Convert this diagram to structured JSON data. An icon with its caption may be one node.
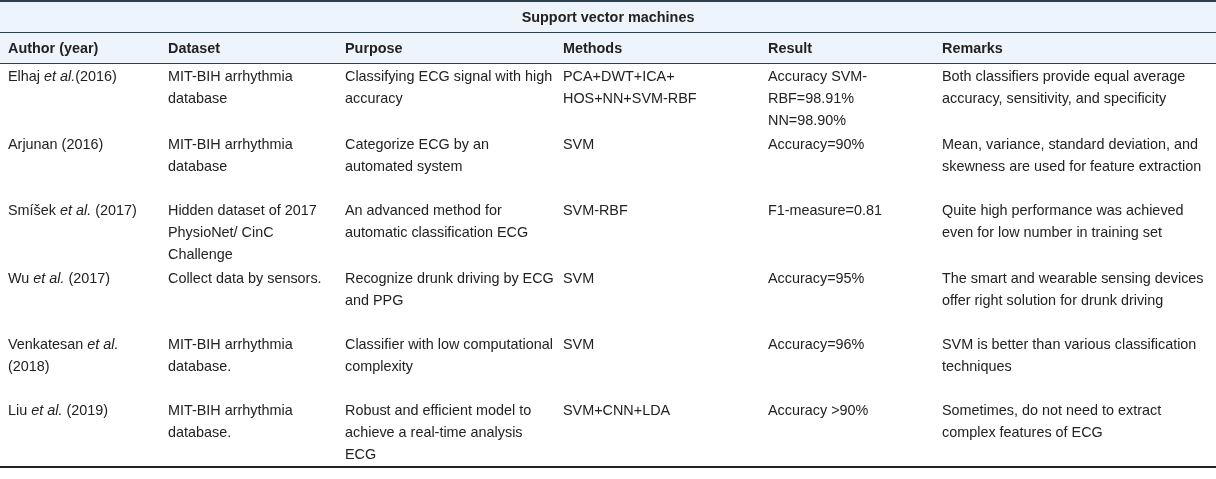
{
  "diagram": {
    "title": "Support vector machines",
    "labels": [
      "Author (year)",
      "Dataset",
      "Purpose",
      "Methods",
      "Result",
      "Remarks",
      "Elhaj *et al.*(2016)",
      "MIT-BIH arrhythmia database",
      "Classifying ECG signal with high accuracy",
      "PCA+DWT+ICA+ HOS+NN+SVM-RBF",
      "Accuracy SVM-RBF=98.91% NN=98.90%",
      "Both classifiers provide equal average accuracy, sensitivity, and specificity",
      "Arjunan (2016)",
      "MIT-BIH arrhythmia database",
      "Categorize ECG by an automated system",
      "SVM",
      "Accuracy=90%",
      "Mean, variance, standard deviation, and skewness are used for feature extraction",
      "Smíšek *et al.* (2017)",
      "Hidden dataset of 2017 PhysioNet/ CinC Challenge",
      "An advanced method for automatic classification ECG",
      "SVM-RBF",
      "F1-measure=0.81",
      "Quite high performance was achieved even for low number in training set",
      "Wu *et al.* (2017)",
      "Collect data by sensors.",
      "Recognize drunk driving by ECG and PPG",
      "SVM",
      "Accuracy=95%",
      "The smart and wearable sensing devices offer right solution for drunk driving",
      "Venkatesan *et al.* (2018)",
      "MIT-BIH arrhythmia database.",
      "Classifier with low computational complexity",
      "SVM",
      "Accuracy=96%",
      "SVM is better than various classification techniques",
      "Liu *et al.* (2019)",
      "MIT-BIH arrhythmia database.",
      "Robust and efficient model to achieve a real-time analysis ECG",
      "SVM+CNN+LDA",
      "Accuracy >90%",
      "Sometimes, do not need to extract complex features of ECG"
    ]
  }
}
